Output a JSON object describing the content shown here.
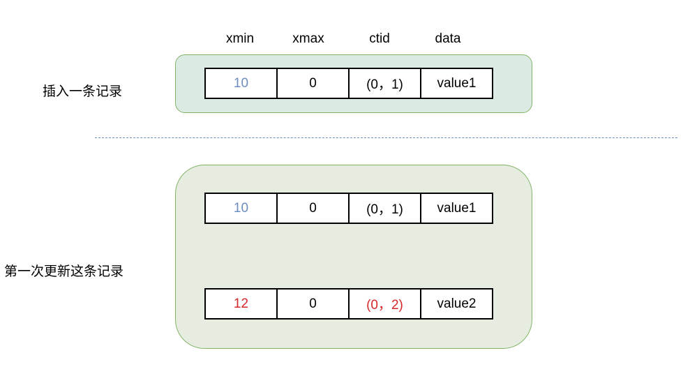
{
  "colors": {
    "xmin_blue": "#6c8ebf",
    "changed_red": "#d62728",
    "default_text": "#000000"
  },
  "columns": [
    "xmin",
    "xmax",
    "ctid",
    "data"
  ],
  "sections": [
    {
      "label": "插入一条记录",
      "rows": [
        {
          "xmin": "10",
          "xmax": "0",
          "ctid": "(0，1)",
          "data": "value1"
        }
      ]
    },
    {
      "label": "第一次更新这条记录",
      "rows": [
        {
          "xmin": "10",
          "xmax": "0",
          "ctid": "(0，1)",
          "data": "value1"
        },
        {
          "xmin": "12",
          "xmax": "0",
          "ctid": "(0，2)",
          "data": "value2"
        }
      ]
    }
  ]
}
